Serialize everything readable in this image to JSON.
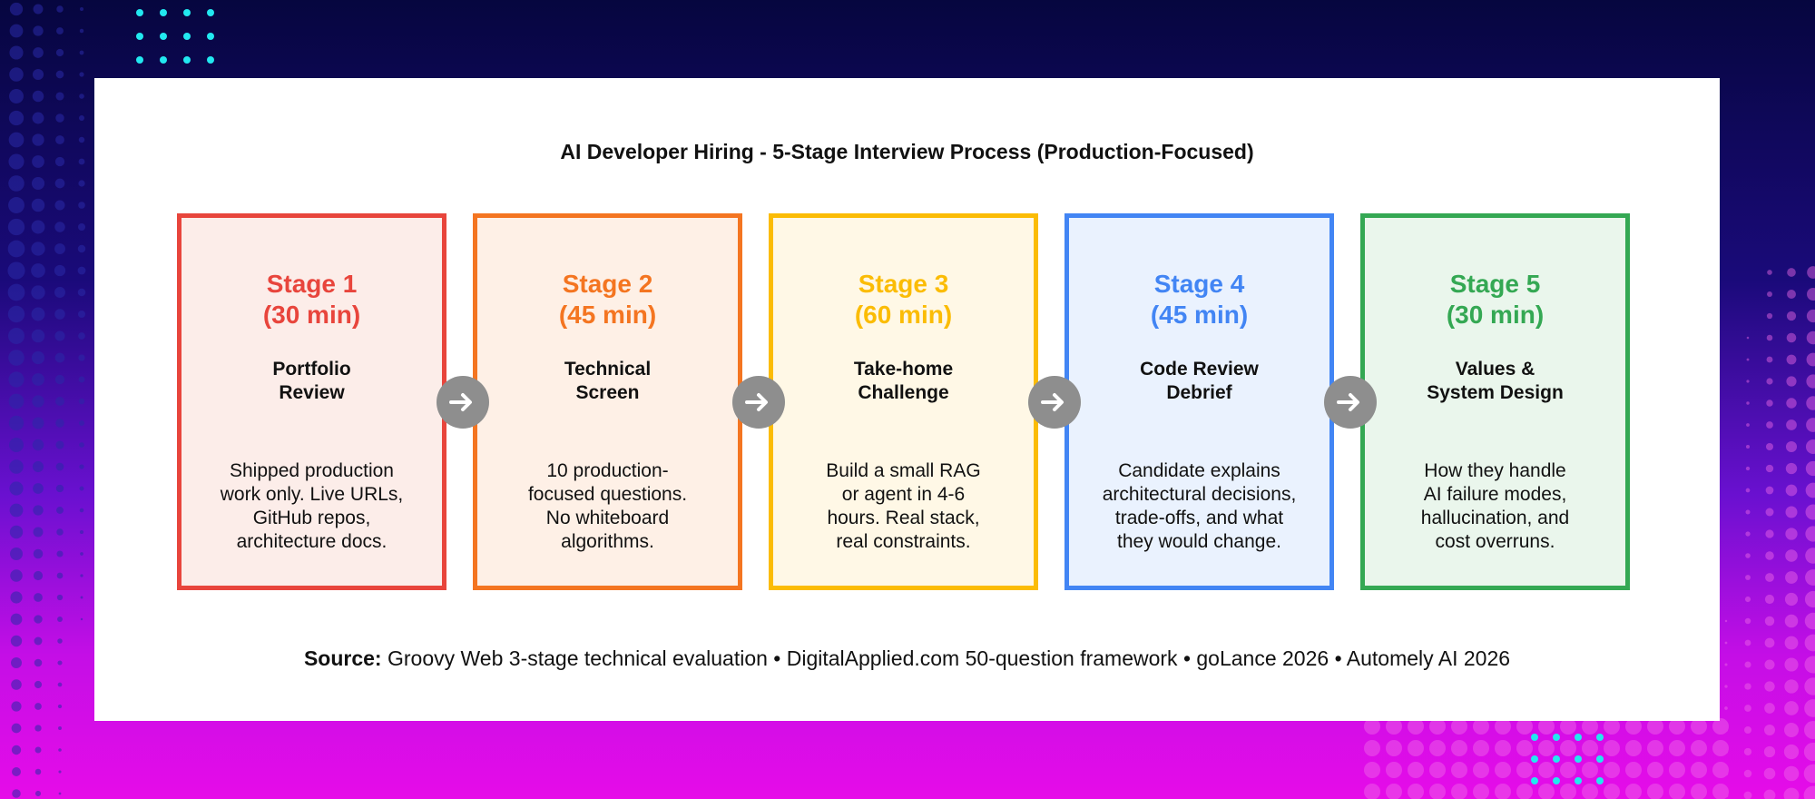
{
  "title": "AI Developer Hiring - 5-Stage Interview Process (Production-Focused)",
  "stages": [
    {
      "line1": "Stage 1",
      "line2": "(30 min)",
      "name1": "Portfolio",
      "name2": "Review",
      "desc": [
        "Shipped production",
        "work only. Live URLs,",
        "GitHub repos,",
        "architecture docs."
      ],
      "color": "#e8453c",
      "bg": "#fcede9"
    },
    {
      "line1": "Stage 2",
      "line2": "(45 min)",
      "name1": "Technical",
      "name2": "Screen",
      "desc": [
        "10 production-",
        "focused questions.",
        "No whiteboard",
        "algorithms."
      ],
      "color": "#f47521",
      "bg": "#fef0e6"
    },
    {
      "line1": "Stage 3",
      "line2": "(60 min)",
      "name1": "Take-home",
      "name2": "Challenge",
      "desc": [
        "Build a small RAG",
        "or agent in 4-6",
        "hours. Real stack,",
        "real constraints."
      ],
      "color": "#fbbc05",
      "bg": "#fff8e6"
    },
    {
      "line1": "Stage 4",
      "line2": "(45 min)",
      "name1": "Code Review",
      "name2": "Debrief",
      "desc": [
        "Candidate explains",
        "architectural decisions,",
        "trade-offs, and what",
        "they would change."
      ],
      "color": "#4285f4",
      "bg": "#eaf2fe"
    },
    {
      "line1": "Stage 5",
      "line2": "(30 min)",
      "name1": "Values &",
      "name2": "System Design",
      "desc": [
        "How they handle",
        "AI failure modes,",
        "hallucination, and",
        "cost overruns."
      ],
      "color": "#34a853",
      "bg": "#eaf6ec"
    }
  ],
  "source_label": "Source:",
  "source_text": "Groovy Web 3-stage technical evaluation • DigitalApplied.com 50-question framework • goLance 2026 • Automely AI 2026",
  "icons": {
    "connector": "arrow-right-icon"
  },
  "colors": {
    "arrow_bg": "#8e8e8e",
    "card_bg": "#ffffff",
    "accent_dots": "#22e8f0"
  }
}
